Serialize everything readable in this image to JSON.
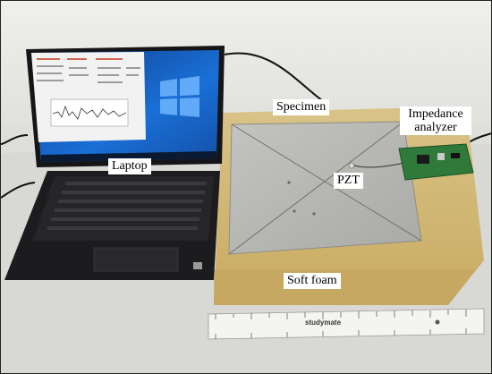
{
  "labels": {
    "laptop": "Laptop",
    "specimen": "Specimen",
    "impedance_analyzer": "Impedance analyzer",
    "pzt": "PZT",
    "soft_foam": "Soft foam"
  },
  "ruler_brand": "studymate",
  "colors": {
    "wall": "#e6e6e2",
    "table": "#dcdcd8",
    "foam": "#d2b878",
    "specimen_plate": "#b9bab5",
    "laptop_body": "#1c1c1e",
    "screen_blue": "#1f6fd1",
    "circuit_board": "#2f7a3b"
  }
}
